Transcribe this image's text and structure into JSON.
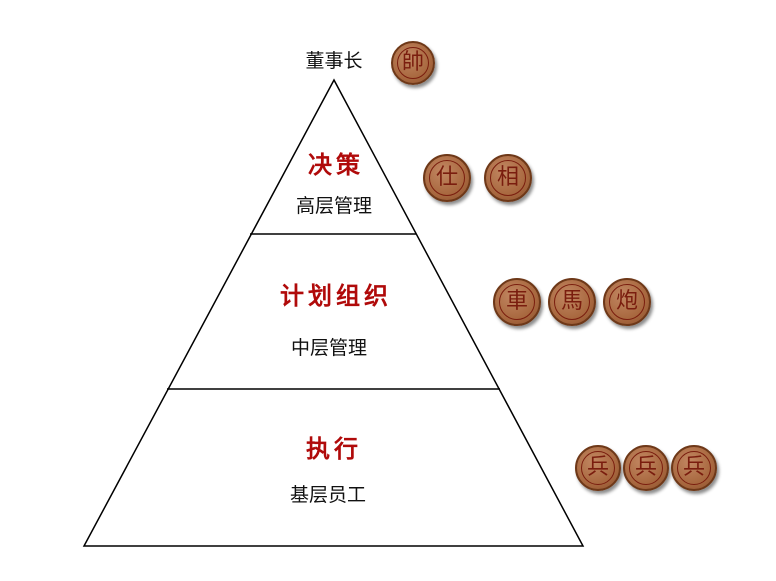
{
  "pyramid": {
    "apex_label": "董事长",
    "tiers": [
      {
        "title": "决策",
        "subtitle": "高层管理"
      },
      {
        "title": "计划组织",
        "subtitle": "中层管理"
      },
      {
        "title": "执行",
        "subtitle": "基层员工"
      }
    ]
  },
  "chess_pieces": {
    "apex": [
      "帥"
    ],
    "top": [
      "仕",
      "相"
    ],
    "middle": [
      "車",
      "馬",
      "炮"
    ],
    "base": [
      "兵",
      "兵",
      "兵"
    ]
  },
  "colors": {
    "title_red": "#b00a0a",
    "line": "#000000",
    "piece_wood": "#a8683f",
    "piece_text": "#7a1d0e"
  }
}
